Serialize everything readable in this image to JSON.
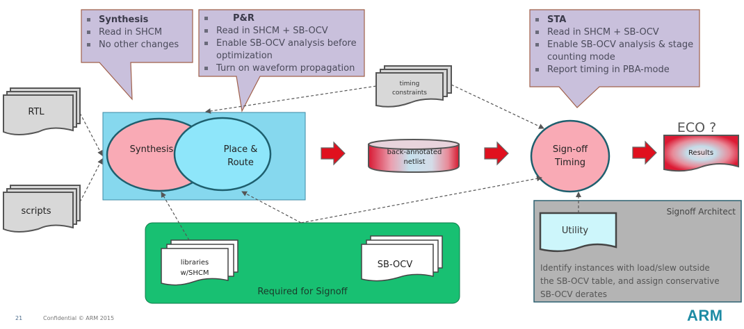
{
  "callouts": {
    "synthesis": {
      "title": "Synthesis",
      "items": [
        "Read in SHCM",
        "No other changes"
      ]
    },
    "pnr": {
      "title": "P&R",
      "items": [
        "Read in SHCM + SB-OCV",
        "Enable SB-OCV analysis before optimization",
        "Turn on waveform propagation"
      ]
    },
    "sta": {
      "title": "STA",
      "items": [
        "Read in SHCM + SB-OCV",
        "Enable SB-OCV analysis & stage counting mode",
        "Report timing in PBA-mode"
      ]
    }
  },
  "inputs": {
    "rtl": "RTL",
    "scripts": "scripts",
    "timing_constraints": [
      "timing",
      "constraints"
    ]
  },
  "implementation": {
    "synthesis": "Synthesis",
    "place_route": [
      "Place &",
      "Route"
    ]
  },
  "netlist": [
    "back-annotated",
    "netlist"
  ],
  "signoff_timing": [
    "Sign-off",
    "Timing"
  ],
  "results": {
    "label": "Results",
    "eco_label": "ECO ?"
  },
  "required_for_signoff": {
    "label": "Required for Signoff",
    "libraries": [
      "libraries",
      "w/SHCM"
    ],
    "sbocv": "SB-OCV"
  },
  "signoff_architect": {
    "title": "Signoff Architect",
    "utility": "Utility",
    "description": [
      "Identify instances with load/slew outside",
      "the SB-OCV table, and assign conservative",
      "SB-OCV derates"
    ]
  },
  "footer": {
    "page_number": "21",
    "confidential": "Confidential © ARM 2015",
    "logo": "ARM"
  },
  "colors": {
    "callout_fill": "#c9c0dc",
    "callout_border": "#a0604a",
    "impl_box": "#86d8ee",
    "ellipse_pink": "#f9aab5",
    "ellipse_cyan": "#8ee6fa",
    "ellipse_border": "#1e5f6e",
    "flow_arrow": "#e0101e",
    "green_box": "#18c072",
    "architect_box": "#b4b4b4",
    "doc_gray": "#d8d8d8",
    "arm_blue": "#1d8ba4"
  }
}
